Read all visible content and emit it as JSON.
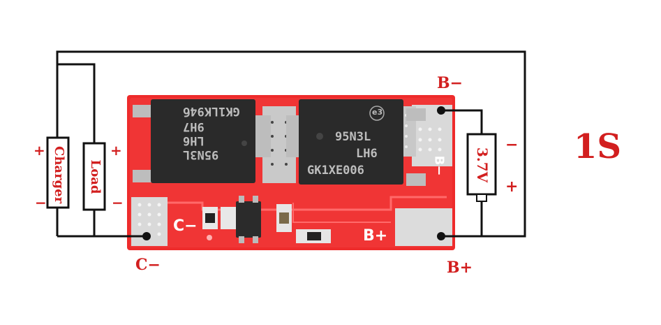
{
  "title": "1S",
  "terminals": {
    "b_minus": "B−",
    "b_plus": "B+",
    "c_minus": "C−",
    "pcb_c_minus": "C−",
    "pcb_b_plus": "B+",
    "pcb_b_minus_rotated": "B−"
  },
  "components": {
    "charger": {
      "label": "Charger",
      "plus": "+",
      "minus": "−"
    },
    "load": {
      "label": "Load",
      "plus": "+",
      "minus": "−"
    },
    "battery": {
      "label": "3.7V",
      "plus": "+",
      "minus": "−"
    }
  },
  "mosfets": {
    "left": {
      "line1": "GK1LK94б",
      "line2": "9H7",
      "line3": "LH6",
      "line4": "95N3L"
    },
    "right": {
      "line1": "95N3L",
      "line2": "LH6",
      "line3": "GK1XE006",
      "mark": "e3"
    }
  },
  "colors": {
    "pcb": "#ee2b2b",
    "label_red": "#d21f1f",
    "wire": "#111111",
    "chip": "#2a2a2a",
    "pad": "#d9d9d9"
  }
}
